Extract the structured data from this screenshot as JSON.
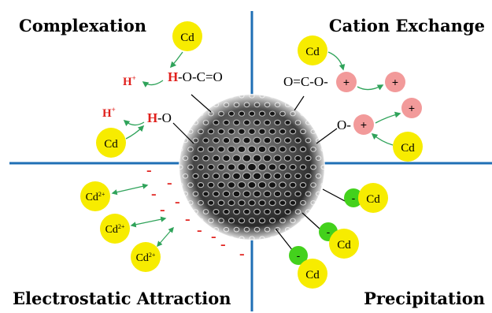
{
  "quadrants": {
    "top_left": "Complexation",
    "top_right": "Cation Exchange",
    "bottom_left": "Electrostatic Attraction",
    "bottom_right": "Precipitation"
  },
  "complexation": {
    "hydrogen": "H",
    "hydrogen_ion": "H",
    "superscript_plus": "+",
    "carboxyl_group": "-O-C=O",
    "hydroxyl_group": "-O",
    "cadmium": "Cd"
  },
  "cation_exchange": {
    "carboxyl_group": "O=C-O-",
    "oxygen": "O-",
    "plus": "+",
    "cadmium": "Cd"
  },
  "electrostatic": {
    "cadmium_ion": "Cd",
    "charge": "2+",
    "minus": "-"
  },
  "precipitation": {
    "minus": "-",
    "cadmium": "Cd"
  },
  "colors": {
    "axis": "#1f6fb5",
    "cd_circle": "#f7ec00",
    "cation_circle": "#f29a9a",
    "anion_circle": "#43d11c",
    "hydrogen_red": "#e0201c",
    "arrow_green": "#2fa35a"
  }
}
